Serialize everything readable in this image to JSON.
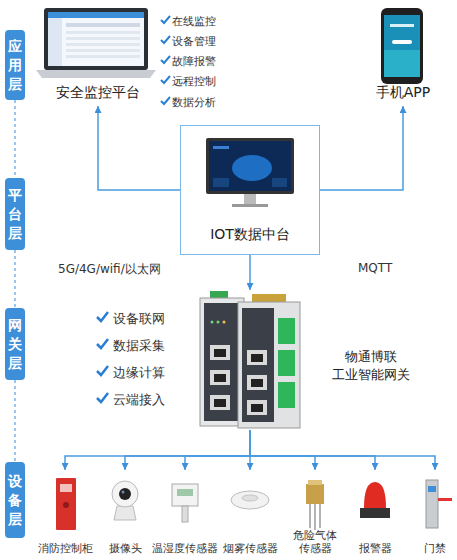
{
  "diagram": {
    "nodes": [
      {
        "text": [
          "应用层"
        ]
      },
      {
        "text": [
          "安全监控平台"
        ]
      },
      {
        "text": [
          "手机APP"
        ]
      },
      {
        "text": [
          "平台层"
        ]
      },
      {
        "text": [
          "IOT数据中台"
        ]
      },
      {
        "text": [
          "网关层"
        ]
      },
      {
        "text": [
          "物通博联 工业智能网关"
        ]
      },
      {
        "text": [
          "设备层"
        ]
      },
      {
        "text": [
          "消防控制柜"
        ]
      },
      {
        "text": [
          "摄像头"
        ]
      },
      {
        "text": [
          "温湿度传感器"
        ]
      },
      {
        "text": [
          "烟雾传感器"
        ]
      },
      {
        "text": [
          "危险气体 传感器"
        ]
      },
      {
        "text": [
          "报警器"
        ]
      },
      {
        "text": [
          "门禁"
        ]
      }
    ],
    "edges": [
      {
        "from": 0,
        "to": 3,
        "arrow": "none"
      },
      {
        "from": 3,
        "to": 5,
        "arrow": "none"
      },
      {
        "from": 5,
        "to": 7,
        "arrow": "none"
      },
      {
        "from": 4,
        "to": 1,
        "arrow": "to"
      },
      {
        "from": 4,
        "to": 2,
        "arrow": "to"
      },
      {
        "from": 4,
        "to": 6,
        "arrow": "to"
      },
      {
        "from": 6,
        "to": 8,
        "arrow": "to"
      },
      {
        "from": 6,
        "to": 9,
        "arrow": "to"
      },
      {
        "from": 6,
        "to": 10,
        "arrow": "to"
      },
      {
        "from": 6,
        "to": 11,
        "arrow": "to"
      },
      {
        "from": 6,
        "to": 12,
        "arrow": "to"
      },
      {
        "from": 6,
        "to": 13,
        "arrow": "to"
      },
      {
        "from": 6,
        "to": 14,
        "arrow": "to"
      }
    ],
    "labels": [
      "在线监控",
      "设备管理",
      "故障报警",
      "远程控制",
      "数据分析",
      "5G/4G/wifi/以太网",
      "MQTT",
      "设备联网",
      "数据采集",
      "边缘计算",
      "云端接入"
    ]
  }
}
